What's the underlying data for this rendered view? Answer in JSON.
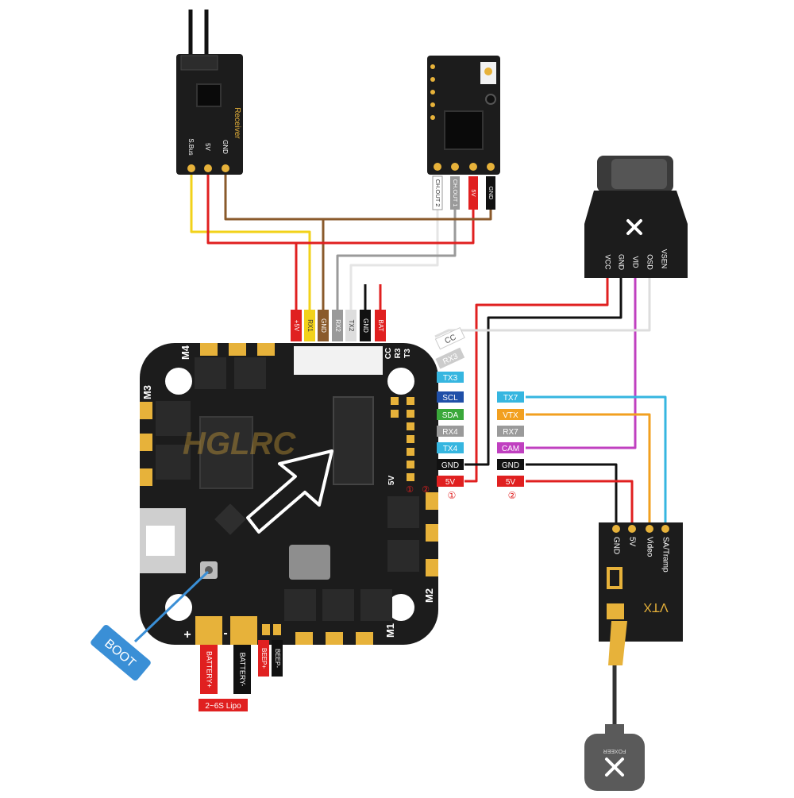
{
  "colors": {
    "board": "#1c1c1c",
    "pad": "#e7b23a",
    "wire_red": "#e02020",
    "wire_black": "#111111",
    "wire_yellow": "#f2d21a",
    "wire_brown": "#8a5a2b",
    "wire_gray": "#9a9a9a",
    "wire_white": "#dddddd",
    "wire_cyan": "#36b6e0",
    "wire_orange": "#f2a020",
    "wire_magenta": "#c040c0",
    "boot_blue": "#3a8fd6"
  },
  "receiver1": {
    "brand": "Receiver",
    "pins": [
      "S.Bus",
      "5V",
      "GND"
    ]
  },
  "receiver2": {
    "pins": [
      "CH.OUT 2",
      "CH.OUT 1",
      "5V",
      "GND"
    ]
  },
  "camera": {
    "brand_icon": "foxeer-x-icon",
    "pins": [
      "VCC",
      "GND",
      "VID",
      "OSD",
      "VSEN"
    ]
  },
  "fc_top_labels": [
    "+5V",
    "RX1",
    "GND",
    "RX2",
    "TX2",
    "GND",
    "BAT"
  ],
  "fc_top_colors": [
    "#e02020",
    "#f2d21a",
    "#8a5a2b",
    "#9a9a9a",
    "#dddddd",
    "#111111",
    "#e02020"
  ],
  "fc_corner_labels": [
    "CC",
    "R3",
    "T3"
  ],
  "motor_labels": [
    "M4",
    "M3",
    "M2",
    "M1"
  ],
  "brand_logo": "HGLRC",
  "side_labels": [
    {
      "text": "CC",
      "color": "#ffffff",
      "fg": "#555555"
    },
    {
      "text": "RX3",
      "color": "#cccccc",
      "fg": "#ffffff"
    },
    {
      "text": "TX3",
      "color": "#36b6e0",
      "fg": "#ffffff"
    },
    {
      "text": "SCL",
      "color": "#1f4fa8",
      "fg": "#ffffff"
    },
    {
      "text": "SDA",
      "color": "#3aa83a",
      "fg": "#ffffff"
    },
    {
      "text": "RX4",
      "color": "#9a9a9a",
      "fg": "#ffffff"
    },
    {
      "text": "TX4",
      "color": "#36b6e0",
      "fg": "#ffffff"
    },
    {
      "text": "GND",
      "color": "#111111",
      "fg": "#ffffff"
    },
    {
      "text": "5V",
      "color": "#e02020",
      "fg": "#ffffff"
    }
  ],
  "circled": [
    "①",
    "②"
  ],
  "board_5v": "5V",
  "vtx_side_labels": [
    {
      "text": "TX7",
      "color": "#36b6e0"
    },
    {
      "text": "VTX",
      "color": "#f2a020"
    },
    {
      "text": "RX7",
      "color": "#9a9a9a"
    },
    {
      "text": "CAM",
      "color": "#c040c0"
    },
    {
      "text": "GND",
      "color": "#111111"
    },
    {
      "text": "5V",
      "color": "#e02020"
    }
  ],
  "vtx": {
    "title": "VTX",
    "pins": [
      "GND",
      "5V",
      "Video",
      "SA/Tramp"
    ]
  },
  "antenna": {
    "brand": "FOXEER"
  },
  "boot": "BOOT",
  "battery_plus": "+",
  "battery_minus": "-",
  "bottom_labels": [
    {
      "text": "BATTERY+",
      "color": "#e02020"
    },
    {
      "text": "BATTERY-",
      "color": "#111111"
    },
    {
      "text": "BEEP+",
      "color": "#e02020"
    },
    {
      "text": "BEEP-",
      "color": "#111111"
    }
  ],
  "lipo": "2~6S Lipo"
}
